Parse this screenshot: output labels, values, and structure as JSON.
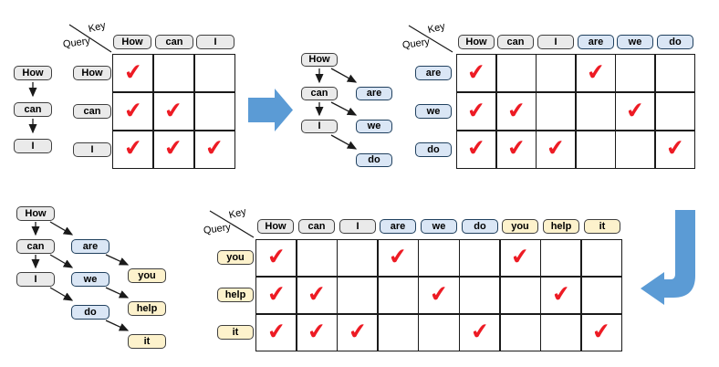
{
  "colors": {
    "gray_fill": "#eaeaea",
    "gray_border": "#3f3f3f",
    "blue_fill": "#dae6f5",
    "blue_border": "#20405e",
    "yellow_fill": "#fdf2cc",
    "yellow_border": "#3f3f3f",
    "check": "#ed1b24",
    "arrow_blue": "#5b9bd5",
    "grid_line": "#1a1a1a"
  },
  "check_glyph": "✔",
  "axis": {
    "key": "Key",
    "query": "Query"
  },
  "panel1": {
    "chain": [
      "How",
      "can",
      "I"
    ],
    "matrix": {
      "key": [
        "How",
        "can",
        "I"
      ],
      "query": [
        "How",
        "can",
        "I"
      ],
      "checks": [
        [
          1,
          0,
          0
        ],
        [
          1,
          1,
          0
        ],
        [
          1,
          1,
          1
        ]
      ]
    }
  },
  "panel2": {
    "tree": {
      "gray": [
        "How",
        "can",
        "I"
      ],
      "blue": [
        "are",
        "we",
        "do"
      ]
    },
    "matrix": {
      "key": [
        "How",
        "can",
        "I",
        "are",
        "we",
        "do"
      ],
      "query": [
        "are",
        "we",
        "do"
      ],
      "checks": [
        [
          1,
          0,
          0,
          1,
          0,
          0
        ],
        [
          1,
          1,
          0,
          0,
          1,
          0
        ],
        [
          1,
          1,
          1,
          0,
          0,
          1
        ]
      ]
    }
  },
  "panel3": {
    "tree": {
      "gray": [
        "How",
        "can",
        "I"
      ],
      "blue": [
        "are",
        "we",
        "do"
      ],
      "yellow": [
        "you",
        "help",
        "it"
      ]
    },
    "matrix": {
      "key": [
        "How",
        "can",
        "I",
        "are",
        "we",
        "do",
        "you",
        "help",
        "it"
      ],
      "query": [
        "you",
        "help",
        "it"
      ],
      "checks": [
        [
          1,
          0,
          0,
          1,
          0,
          0,
          1,
          0,
          0
        ],
        [
          1,
          1,
          0,
          0,
          1,
          0,
          0,
          1,
          0
        ],
        [
          1,
          1,
          1,
          0,
          0,
          1,
          0,
          0,
          1
        ]
      ]
    }
  }
}
